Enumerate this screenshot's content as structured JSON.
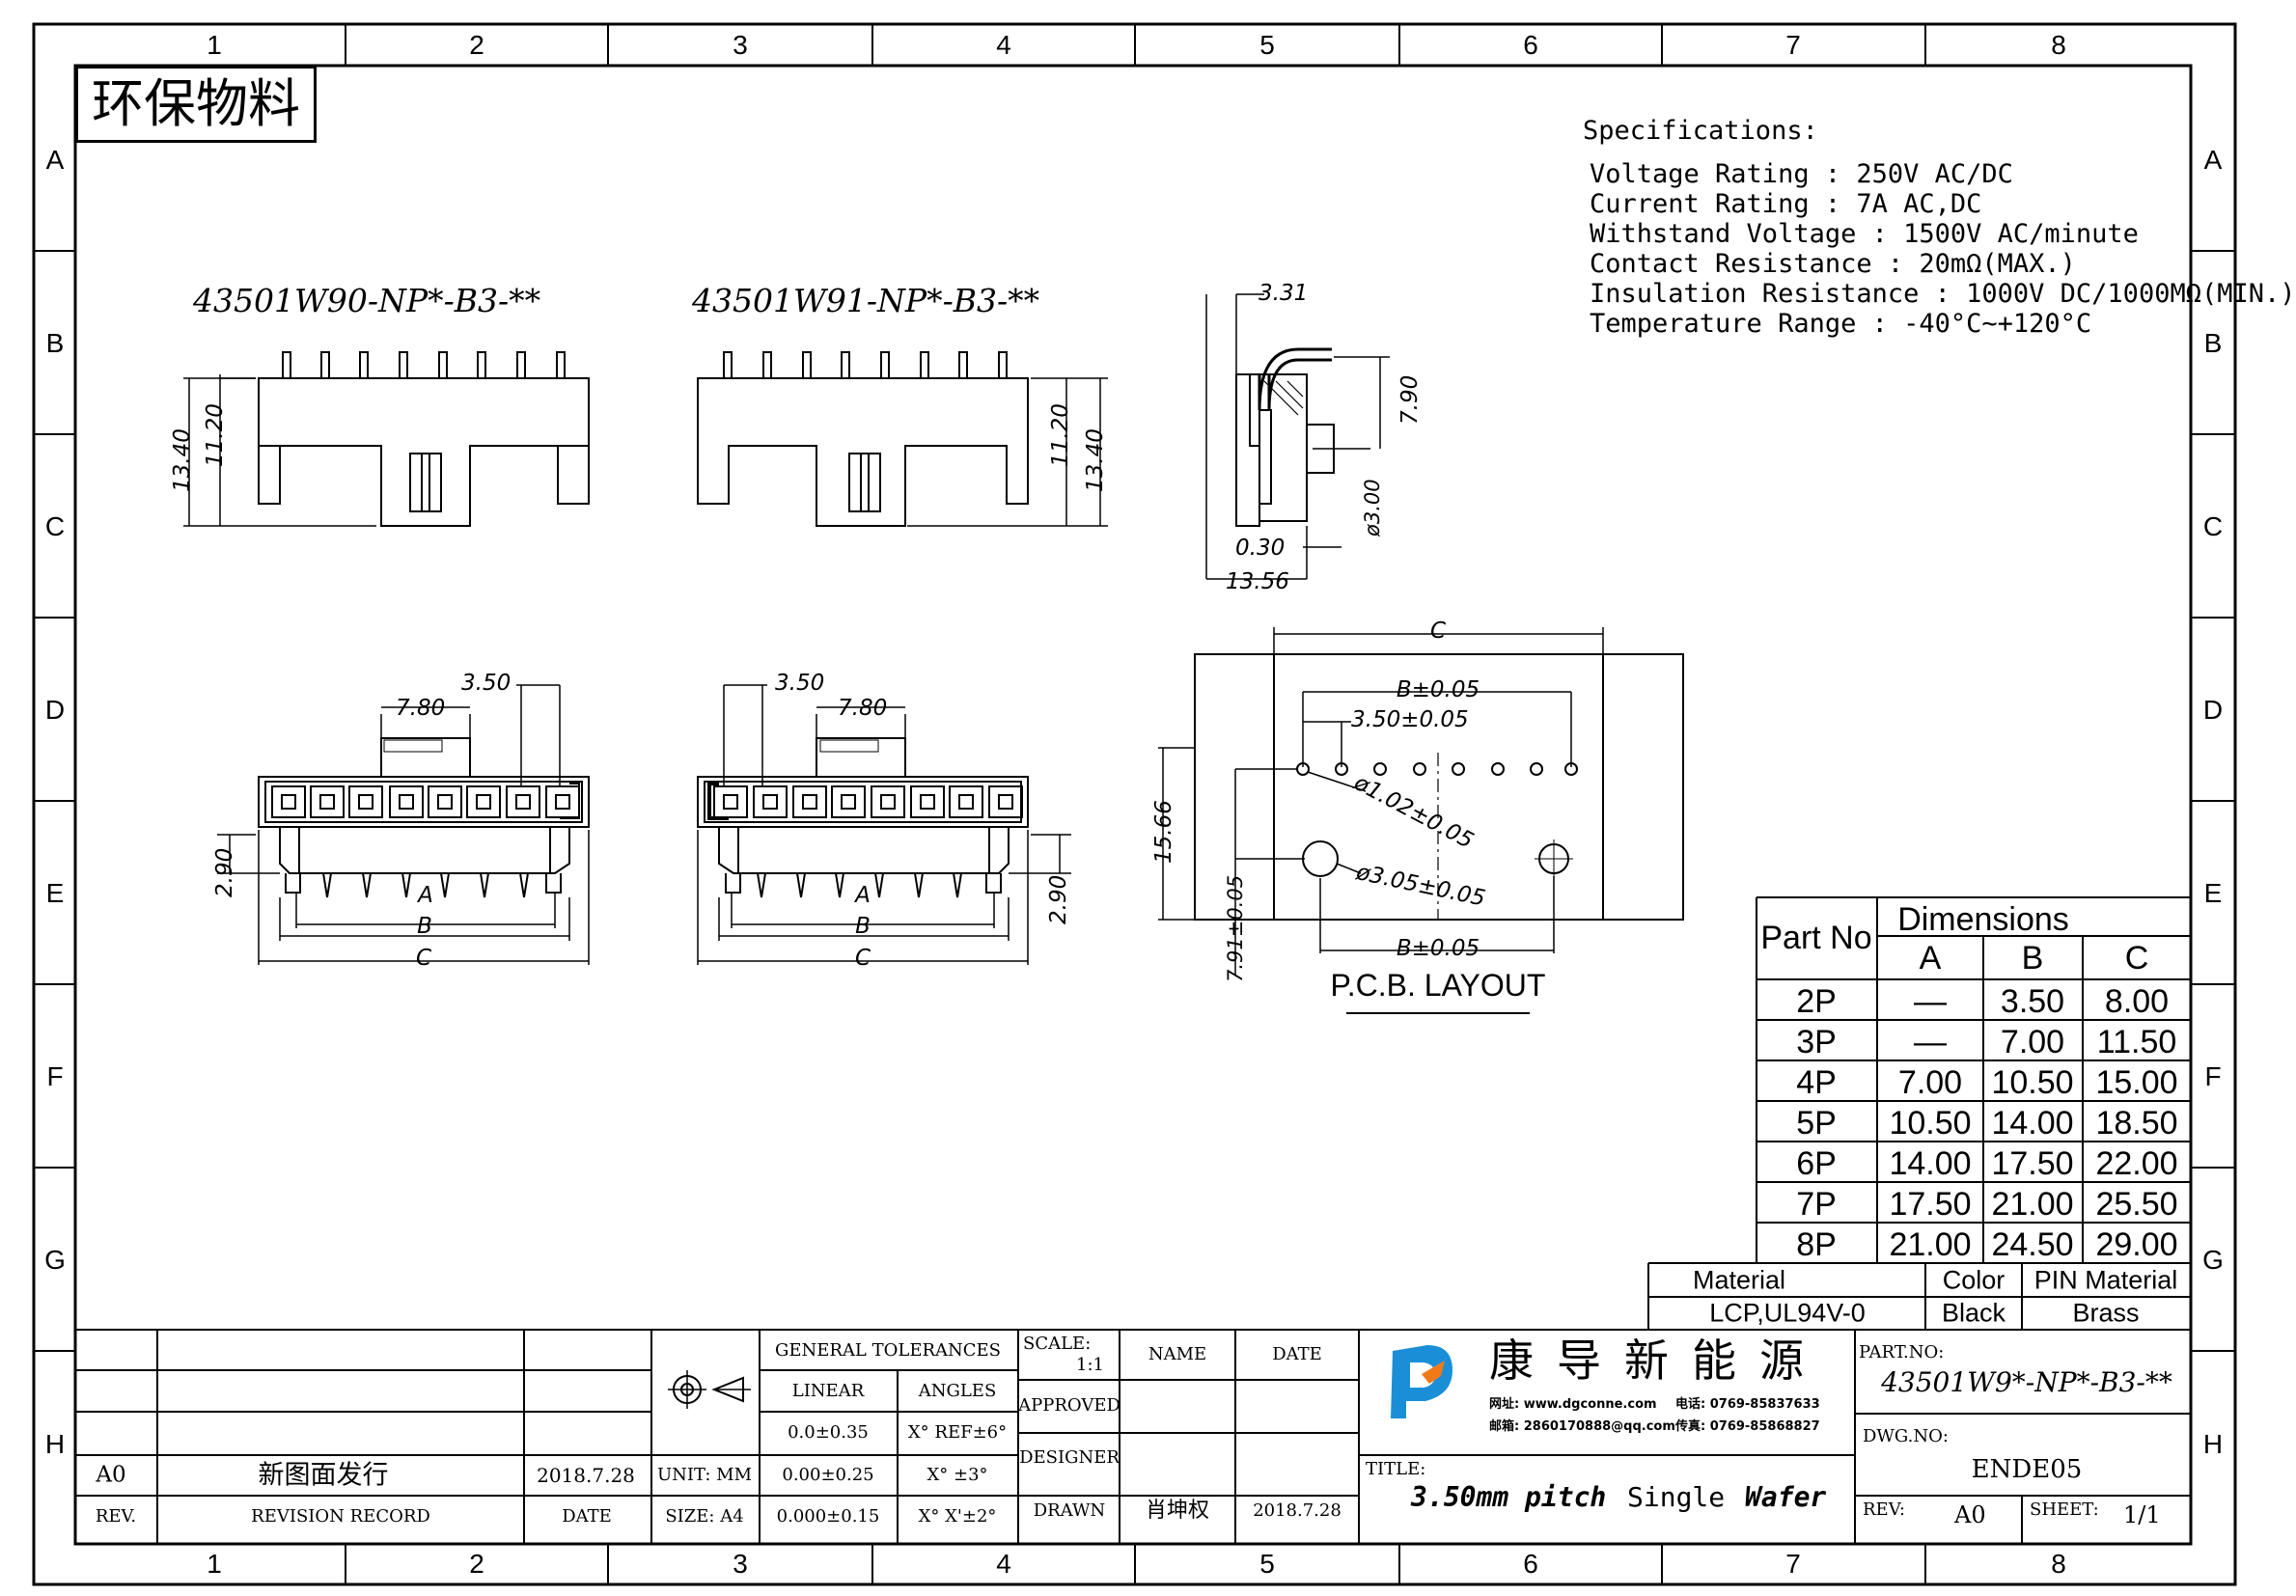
{
  "frame": {
    "columns": [
      "1",
      "2",
      "3",
      "4",
      "5",
      "6",
      "7",
      "8"
    ],
    "rows": [
      "A",
      "B",
      "C",
      "D",
      "E",
      "F",
      "G",
      "H"
    ]
  },
  "eco_label": "环保物料",
  "specifications": {
    "title": "Specifications:",
    "lines": [
      "Voltage Rating : 250V AC/DC",
      "Current Rating : 7A AC,DC",
      "Withstand Voltage : 1500V AC/minute",
      "Contact Resistance : 20mΩ(MAX.)",
      "Insulation Resistance : 1000V DC/1000MΩ(MIN.)",
      "Temperature Range : -40°C~+120°C"
    ]
  },
  "front_views": {
    "left_part": "43501W90-NP*-B3-**",
    "right_part": "43501W91-NP*-B3-**",
    "dim_13_40": "13.40",
    "dim_11_20": "11.20"
  },
  "side_view": {
    "dim_3_31": "3.31",
    "dim_7_90": "7.90",
    "dim_phi_3_00": "ø3.00",
    "dim_0_30": "0.30",
    "dim_13_56": "13.56"
  },
  "bottom_views": {
    "dim_7_80": "7.80",
    "dim_3_50": "3.50",
    "dim_2_90": "2.90",
    "label_a": "A",
    "label_b": "B",
    "label_c": "C"
  },
  "pcb_layout": {
    "title": "P.C.B. LAYOUT",
    "dim_c": "C",
    "dim_b_tol": "B±0.05",
    "dim_pitch": "3.50±0.05",
    "dim_hole": "ø1.02±0.05",
    "dim_peg": "ø3.05±0.05",
    "dim_height": "15.66",
    "dim_offset": "7.91±0.05"
  },
  "dimensions_table": {
    "col_part": "Part No",
    "col_dims": "Dimensions",
    "col_a": "A",
    "col_b": "B",
    "col_c": "C",
    "rows": [
      {
        "part": "2P",
        "a": "—",
        "b": "3.50",
        "c": "8.00"
      },
      {
        "part": "3P",
        "a": "—",
        "b": "7.00",
        "c": "11.50"
      },
      {
        "part": "4P",
        "a": "7.00",
        "b": "10.50",
        "c": "15.00"
      },
      {
        "part": "5P",
        "a": "10.50",
        "b": "14.00",
        "c": "18.50"
      },
      {
        "part": "6P",
        "a": "14.00",
        "b": "17.50",
        "c": "22.00"
      },
      {
        "part": "7P",
        "a": "17.50",
        "b": "21.00",
        "c": "25.50"
      },
      {
        "part": "8P",
        "a": "21.00",
        "b": "24.50",
        "c": "29.00"
      }
    ]
  },
  "material_table": {
    "material_label": "Material",
    "material_value": "LCP,UL94V-0",
    "color_label": "Color",
    "color_value": "Black",
    "pin_label": "PIN Material",
    "pin_value": "Brass"
  },
  "title_block": {
    "rev_code": "A0",
    "rev_record": "新图面发行",
    "rev_date": "2018.7.28",
    "hdr_rev": "REV.",
    "hdr_record": "REVISION RECORD",
    "hdr_date": "DATE",
    "unit": "UNIT: MM",
    "size": "SIZE: A4",
    "general_tolerances": "GENERAL TOLERANCES",
    "linear": "LINEAR",
    "angles": "ANGLES",
    "tol_1": "0.0±0.35",
    "tol_2": "0.00±0.25",
    "tol_3": "0.000±0.15",
    "ang_1": "X° REF±6°",
    "ang_2": "X° ±3°",
    "ang_3": "X° X'±2°",
    "scale_label": "SCALE:",
    "scale_value": "1:1",
    "approved": "APPROVED",
    "designer": "DESIGNER",
    "drawn": "DRAWN",
    "name_hdr": "NAME",
    "date_hdr": "DATE",
    "drawn_name": "肖坤权",
    "drawn_date": "2018.7.28",
    "company_name": "康导新能源",
    "company_web": "网址: www.dgconne.com",
    "company_tel": "电话: 0769-85837633",
    "company_mail": "邮箱: 2860170888@qq.com",
    "company_fax": "传真: 0769-85868827",
    "title_label": "TITLE:",
    "title_value_1": "3.50mm pitch",
    "title_value_2": "Single",
    "title_value_3": "Wafer",
    "part_no_label": "PART.NO:",
    "part_no_value": "43501W9*-NP*-B3-**",
    "dwg_no_label": "DWG.NO:",
    "dwg_no_value": "ENDE05",
    "rev_label": "REV:",
    "rev_value": "A0",
    "sheet_label": "SHEET:",
    "sheet_value": "1/1"
  },
  "colors": {
    "line": "#000000",
    "logo_blue": "#1a8fd8",
    "logo_orange": "#f07a18"
  }
}
